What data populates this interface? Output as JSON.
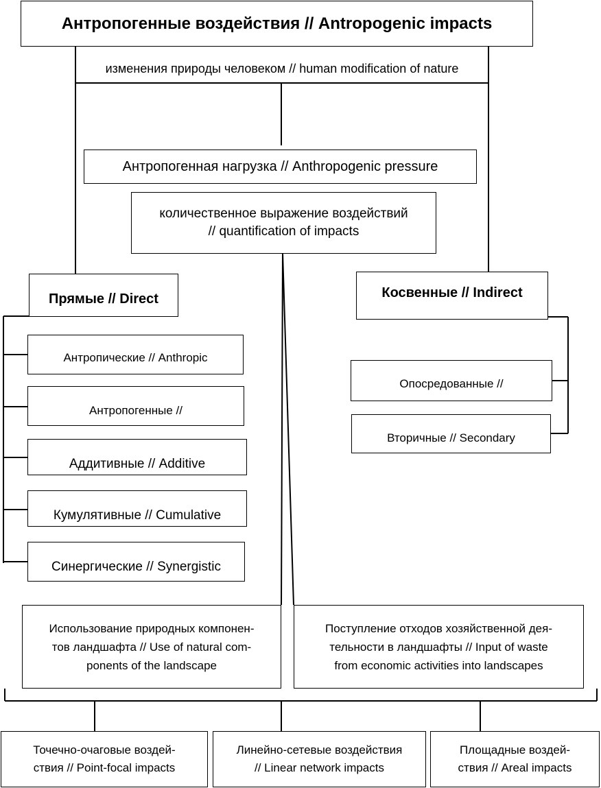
{
  "title": "Антропогенные воздействия // Antropogenic impacts",
  "subtitle": "изменения природы человеком // human modification of nature",
  "pressure": "Антропогенная нагрузка // Anthropogenic pressure",
  "quantification": {
    "line1": "количественное выражение воздействий",
    "line2": "// quantification of impacts"
  },
  "direct": {
    "label": "Прямые // Direct",
    "items": [
      "Антропические // Anthropic",
      "Антропогенные //",
      "Аддитивные // Additive",
      "Кумулятивные // Cumulative",
      "Синергические // Synergistic"
    ]
  },
  "indirect": {
    "label": "Косвенные // Indirect",
    "items": [
      "Опосредованные //",
      "Вторичные // Secondary"
    ]
  },
  "use_box": {
    "line1": "Использование природных компонен-",
    "line2": "тов ландшафта // Use of natural com-",
    "line3": "ponents of the landscape"
  },
  "waste_box": {
    "line1": "Поступление отходов хозяйственной дея-",
    "line2": "тельности в ландшафты // Input of waste",
    "line3": "from economic activities into landscapes"
  },
  "bottom": [
    {
      "line1": "Точечно-очаговые воздей-",
      "line2": "ствия // Point-focal impacts"
    },
    {
      "line1": "Линейно-сетевые воздействия",
      "line2": "// Linear network impacts"
    },
    {
      "line1": "Площадные воздей-",
      "line2": "ствия // Areal impacts"
    }
  ]
}
